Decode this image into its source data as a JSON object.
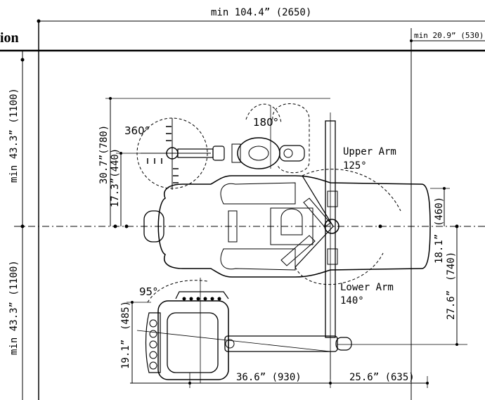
{
  "header": {
    "partial_title": "ion",
    "overall_width": "min 104.4” (2650)",
    "side_clearance": "min 20.9” (530)"
  },
  "dimensions": {
    "upper_half": "min 43.3” (1100)",
    "lower_half": "min 43.3” (1100)",
    "h_780": "30.7”(780)",
    "h_440": "17.3”(440)",
    "h_460_a": "18.1”",
    "h_460_b": "(460)",
    "h_740_a": "27.6”",
    "h_740_b": "(740)",
    "h_485_a": "19.1”",
    "h_485_b": "(485)",
    "w_930": "36.6”  (930)",
    "w_635": "25.6”  (635)"
  },
  "angles": {
    "swivel": "360°",
    "lamp": "180°",
    "tray": "95°"
  },
  "arms": {
    "upper_label": "Upper Arm",
    "upper_angle": "125°",
    "lower_label": "Lower Arm",
    "lower_angle": "140°"
  }
}
